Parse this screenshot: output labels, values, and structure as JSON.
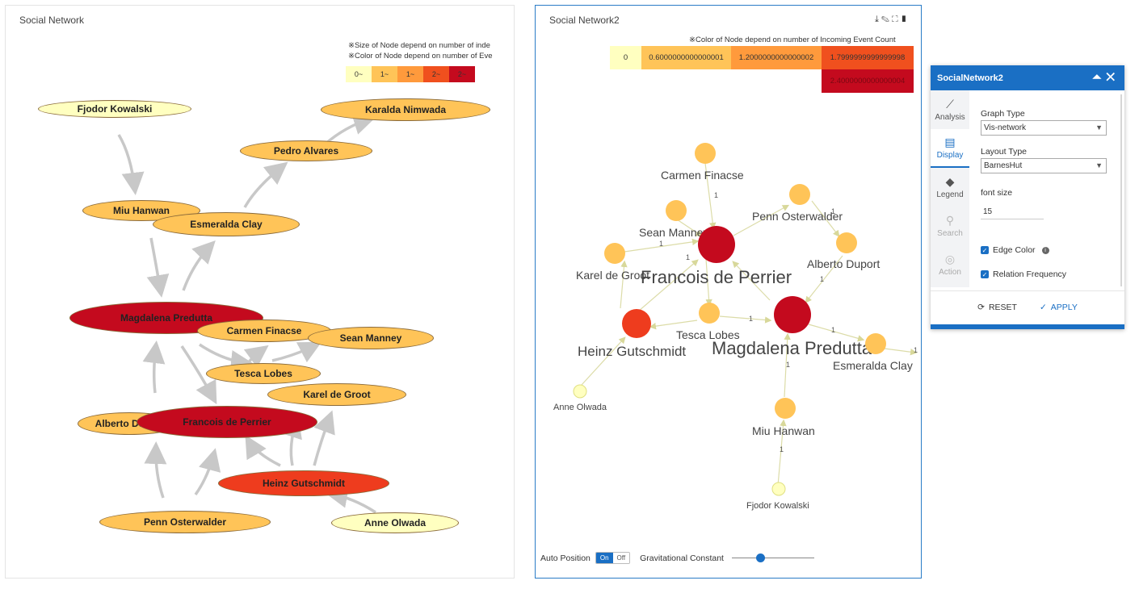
{
  "panel1": {
    "title": "Social Network",
    "notes": [
      "※Size of Node depend on number of inde",
      "※Color of Node depend on number of Eve"
    ],
    "legend": [
      "0~",
      "1~",
      "1~",
      "2~",
      "2~"
    ],
    "legend_colors": [
      "#ffffc0",
      "#ffc458",
      "#ff9a3c",
      "#f0501e",
      "#c40a1e"
    ],
    "nodes": [
      {
        "id": "fjodor",
        "label": "Fjodor Kowalski",
        "color": "#ffffc0"
      },
      {
        "id": "karalda",
        "label": "Karalda Nimwada",
        "color": "#ffc458"
      },
      {
        "id": "pedro",
        "label": "Pedro Alvares",
        "color": "#ffc458"
      },
      {
        "id": "miu",
        "label": "Miu Hanwan",
        "color": "#ffc458"
      },
      {
        "id": "esmeralda",
        "label": "Esmeralda Clay",
        "color": "#ffc458"
      },
      {
        "id": "magdalena",
        "label": "Magdalena Predutta",
        "color": "#c40a1e"
      },
      {
        "id": "carmen",
        "label": "Carmen Finacse",
        "color": "#ffc458"
      },
      {
        "id": "sean",
        "label": "Sean Manney",
        "color": "#ffc458"
      },
      {
        "id": "tesca",
        "label": "Tesca Lobes",
        "color": "#ffc458"
      },
      {
        "id": "karel",
        "label": "Karel de Groot",
        "color": "#ffc458"
      },
      {
        "id": "alberto",
        "label": "Alberto Duport",
        "color": "#ffc458"
      },
      {
        "id": "francois",
        "label": "Francois de Perrier",
        "color": "#c40a1e"
      },
      {
        "id": "heinz",
        "label": "Heinz Gutschmidt",
        "color": "#ee3c1e"
      },
      {
        "id": "penn",
        "label": "Penn Osterwalder",
        "color": "#ffc458"
      },
      {
        "id": "anne",
        "label": "Anne Olwada",
        "color": "#ffffc0"
      }
    ]
  },
  "panel2": {
    "title": "Social Network2",
    "tool_icons": [
      "download-icon",
      "edit-icon",
      "expand-icon",
      "columns-icon"
    ],
    "note": "※Color of Node depend on number of Incoming Event Count",
    "legend_row1": [
      "0",
      "0.6000000000000001",
      "1.2000000000000002",
      "1.7999999999999998"
    ],
    "legend_row2": [
      "2.4000000000000004"
    ],
    "legend_colors": [
      "#ffffc0",
      "#ffc458",
      "#ff9a3c",
      "#f0501e",
      "#c40a1e"
    ],
    "nodes": [
      {
        "id": "carmen",
        "label": "Carmen Finacse",
        "color": "#ffc458"
      },
      {
        "id": "sean",
        "label": "Sean Manney",
        "color": "#ffc458"
      },
      {
        "id": "francois",
        "label": "Francois de Perrier",
        "color": "#c40a1e"
      },
      {
        "id": "penn",
        "label": "Penn Osterwalder",
        "color": "#ffc458"
      },
      {
        "id": "alberto",
        "label": "Alberto Duport",
        "color": "#ffc458"
      },
      {
        "id": "karel",
        "label": "Karel de Groot",
        "color": "#ffc458"
      },
      {
        "id": "tesca",
        "label": "Tesca Lobes",
        "color": "#ffc458"
      },
      {
        "id": "magdalena",
        "label": "Magdalena Predutta",
        "color": "#c40a1e"
      },
      {
        "id": "heinz",
        "label": "Heinz Gutschmidt",
        "color": "#ee3c1e"
      },
      {
        "id": "esmeralda",
        "label": "Esmeralda Clay",
        "color": "#ffc458"
      },
      {
        "id": "anne",
        "label": "Anne Olwada",
        "color": "#ffffc0"
      },
      {
        "id": "miu",
        "label": "Miu Hanwan",
        "color": "#ffc458"
      },
      {
        "id": "fjodor",
        "label": "Fjodor Kowalski",
        "color": "#ffffc0"
      }
    ],
    "edge_label": "1",
    "auto_position_label": "Auto Position",
    "toggle_on": "On",
    "toggle_off": "Off",
    "gravity_label": "Gravitational Constant",
    "gravity_level_fraction": 0.33
  },
  "settings": {
    "title": "SocialNetwork2",
    "tabs": [
      {
        "label": "Analysis",
        "icon": "trend-icon"
      },
      {
        "label": "Display",
        "icon": "display-icon"
      },
      {
        "label": "Legend",
        "icon": "legend-icon"
      },
      {
        "label": "Search",
        "icon": "search-icon"
      },
      {
        "label": "Action",
        "icon": "action-icon"
      }
    ],
    "graph_type_label": "Graph Type",
    "graph_type_value": "Vis-network",
    "layout_type_label": "Layout Type",
    "layout_type_value": "BarnesHut",
    "font_size_label": "font size",
    "font_size_value": "15",
    "edge_color_label": "Edge Color",
    "relation_frequency_label": "Relation Frequency",
    "reset_label": "RESET",
    "apply_label": "APPLY",
    "accent_color": "#1a6fc4"
  }
}
